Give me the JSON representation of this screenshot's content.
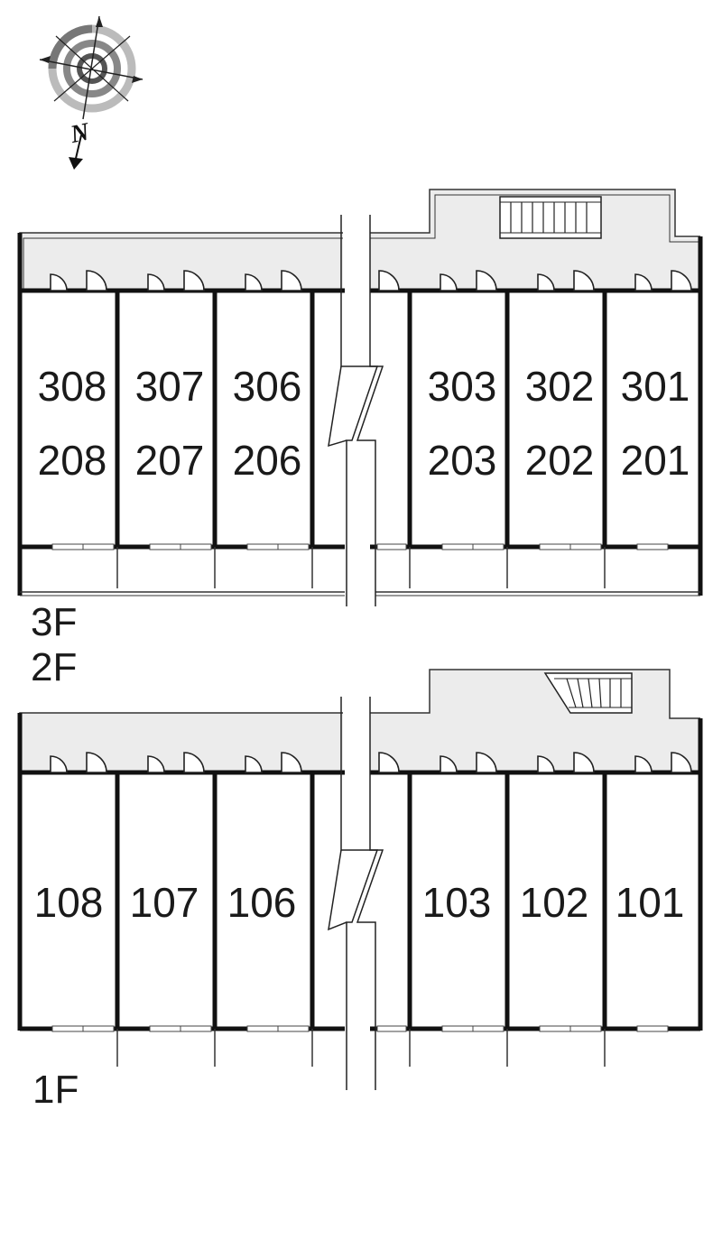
{
  "compass": {
    "label": "N",
    "icon": "compass-rose-icon"
  },
  "upper_plan": {
    "floor_labels": [
      "3F",
      "2F"
    ],
    "units_left": [
      {
        "top": "308",
        "bottom": "208"
      },
      {
        "top": "307",
        "bottom": "207"
      },
      {
        "top": "306",
        "bottom": "206"
      }
    ],
    "units_right": [
      {
        "top": "303",
        "bottom": "203"
      },
      {
        "top": "302",
        "bottom": "202"
      },
      {
        "top": "301",
        "bottom": "201"
      }
    ]
  },
  "lower_plan": {
    "floor_label": "1F",
    "units_left": [
      "108",
      "107",
      "106"
    ],
    "units_right": [
      "103",
      "102",
      "101"
    ]
  },
  "colors": {
    "corridor": "#ececec",
    "wall": "#111111",
    "line": "#333333"
  }
}
